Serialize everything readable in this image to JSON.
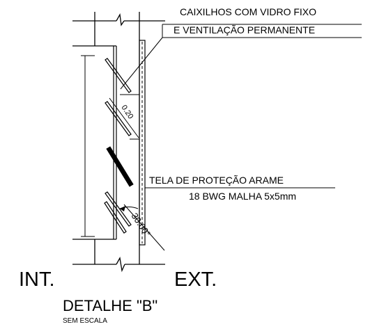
{
  "labels": {
    "glazing_line1": "CAIXILHOS COM VIDRO FIXO",
    "glazing_line2": "E VENTILAÇÃO PERMANENTE",
    "mesh_line1": "TELA DE  PROTEÇÃO ARAME",
    "mesh_line2": "18 BWG MALHA 5x5mm",
    "interior": "INT.",
    "exterior": "EXT.",
    "detail_title": "DETALHE \"B\"",
    "scale_note": "SEM ESCALA"
  },
  "dimensions": {
    "louver_spacing": "0.20",
    "louver_angle": "30.00°"
  }
}
